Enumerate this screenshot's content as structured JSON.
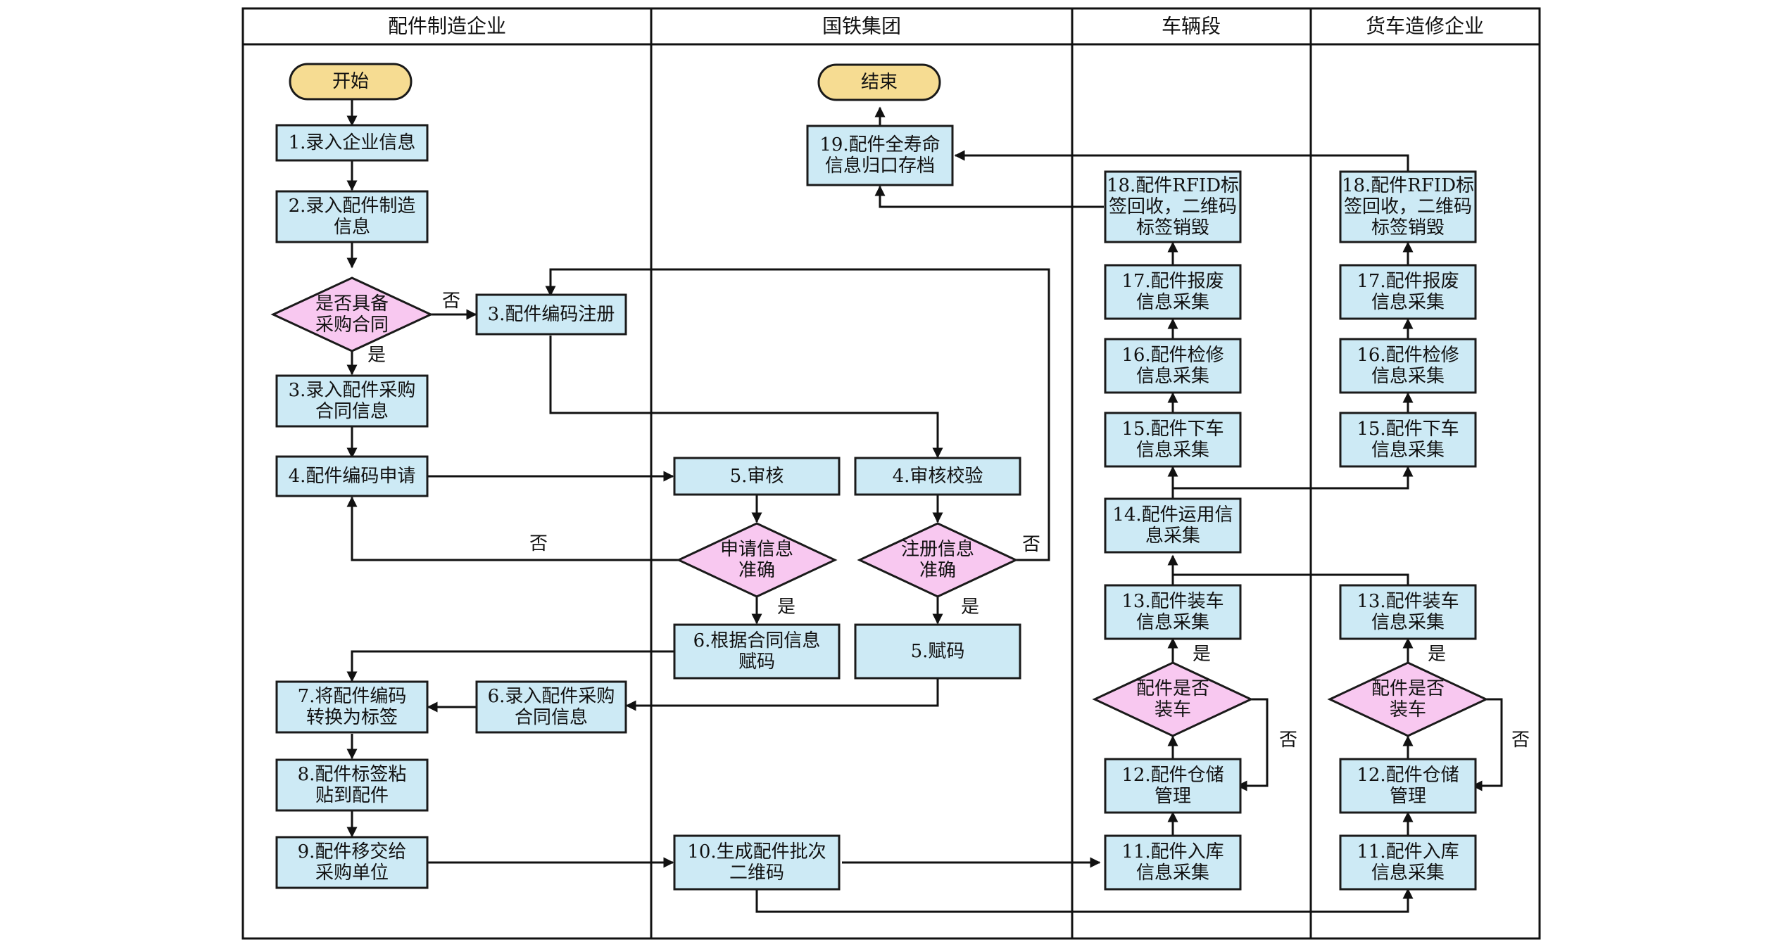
{
  "colors": {
    "process_fill": "#cdeaf5",
    "decision_fill": "#f8c8f0",
    "terminal_fill": "#f6dc92",
    "line": "#111111"
  },
  "lanes": {
    "manufacturer": "配件制造企业",
    "group": "国铁集团",
    "depot": "车辆段",
    "repair": "货车造修企业"
  },
  "nodes": {
    "start": "开始",
    "end": "结束",
    "m1": [
      "1.录入企业信息"
    ],
    "m2": [
      "2.录入配件制造",
      "信息"
    ],
    "m_dec": [
      "是否具备",
      "采购合同"
    ],
    "m3a": [
      "3.配件编码注册"
    ],
    "m3b": [
      "3.录入配件采购",
      "合同信息"
    ],
    "m4": [
      "4.配件编码申请"
    ],
    "m7": [
      "7.将配件编码",
      "转换为标签"
    ],
    "m6": [
      "6.录入配件采购",
      "合同信息"
    ],
    "m8": [
      "8.配件标签粘",
      "贴到配件"
    ],
    "m9": [
      "9.配件移交给",
      "采购单位"
    ],
    "g19": [
      "19.配件全寿命",
      "信息归口存档"
    ],
    "g5a": [
      "5.审核"
    ],
    "g4": [
      "4.审核校验"
    ],
    "g_dec1": [
      "申请信息",
      "准确"
    ],
    "g_dec2": [
      "注册信息",
      "准确"
    ],
    "g6": [
      "6.根据合同信息",
      "赋码"
    ],
    "g5b": [
      "5.赋码"
    ],
    "g10": [
      "10.生成配件批次",
      "二维码"
    ],
    "d18": [
      "18.配件RFID标",
      "签回收，二维码",
      "标签销毁"
    ],
    "d17": [
      "17.配件报废",
      "信息采集"
    ],
    "d16": [
      "16.配件检修",
      "信息采集"
    ],
    "d15": [
      "15.配件下车",
      "信息采集"
    ],
    "d14": [
      "14.配件运用信",
      "息采集"
    ],
    "d13": [
      "13.配件装车",
      "信息采集"
    ],
    "d_dec": [
      "配件是否",
      "装车"
    ],
    "d12": [
      "12.配件仓储",
      "管理"
    ],
    "d11": [
      "11.配件入库",
      "信息采集"
    ],
    "r18": [
      "18.配件RFID标",
      "签回收，二维码",
      "标签销毁"
    ],
    "r17": [
      "17.配件报废",
      "信息采集"
    ],
    "r16": [
      "16.配件检修",
      "信息采集"
    ],
    "r15": [
      "15.配件下车",
      "信息采集"
    ],
    "r13": [
      "13.配件装车",
      "信息采集"
    ],
    "r_dec": [
      "配件是否",
      "装车"
    ],
    "r12": [
      "12.配件仓储",
      "管理"
    ],
    "r11": [
      "11.配件入库",
      "信息采集"
    ]
  },
  "edge_labels": {
    "no1": "否",
    "yes1": "是",
    "no2": "否",
    "no3": "否",
    "yes2": "是",
    "yes3": "是",
    "yes4": "是",
    "no4": "否",
    "yes5": "是",
    "no5": "否"
  }
}
